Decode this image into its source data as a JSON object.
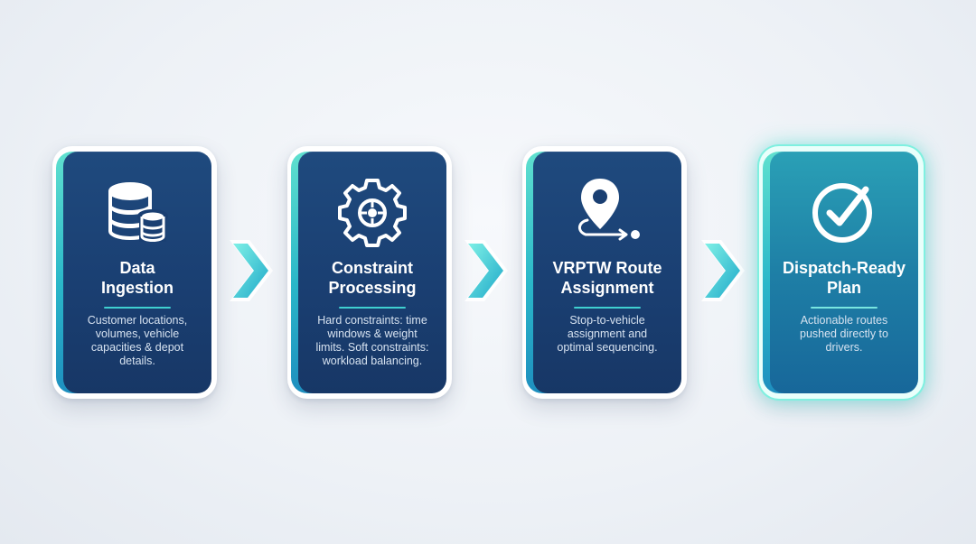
{
  "steps": [
    {
      "icon": "database-icon",
      "title_line1": "Data",
      "title_line2": "Ingestion",
      "desc_lines": [
        "Customer locations,",
        "volumes, vehicle",
        "capacities & depot",
        "details."
      ]
    },
    {
      "icon": "gear-icon",
      "title_line1": "Constraint",
      "title_line2": "Processing",
      "desc_lines": [
        "Hard constraints: time",
        "windows & weight",
        "limits. Soft constraints:",
        "workload balancing."
      ]
    },
    {
      "icon": "location-route-icon",
      "title_line1": "VRPTW Route",
      "title_line2": "Assignment",
      "desc_lines": [
        "Stop-to-vehicle",
        "assignment and",
        "optimal sequencing."
      ]
    },
    {
      "icon": "check-circle-icon",
      "title_line1": "Dispatch-Ready",
      "title_line2": "Plan",
      "desc_lines": [
        "Actionable routes",
        "pushed directly to",
        "drivers."
      ]
    }
  ],
  "colors": {
    "card_bg": "#1a3f72",
    "final_card_bg": "#1e7fa6",
    "accent": "#3fd0d0",
    "arrow": "#2ec4d6"
  }
}
